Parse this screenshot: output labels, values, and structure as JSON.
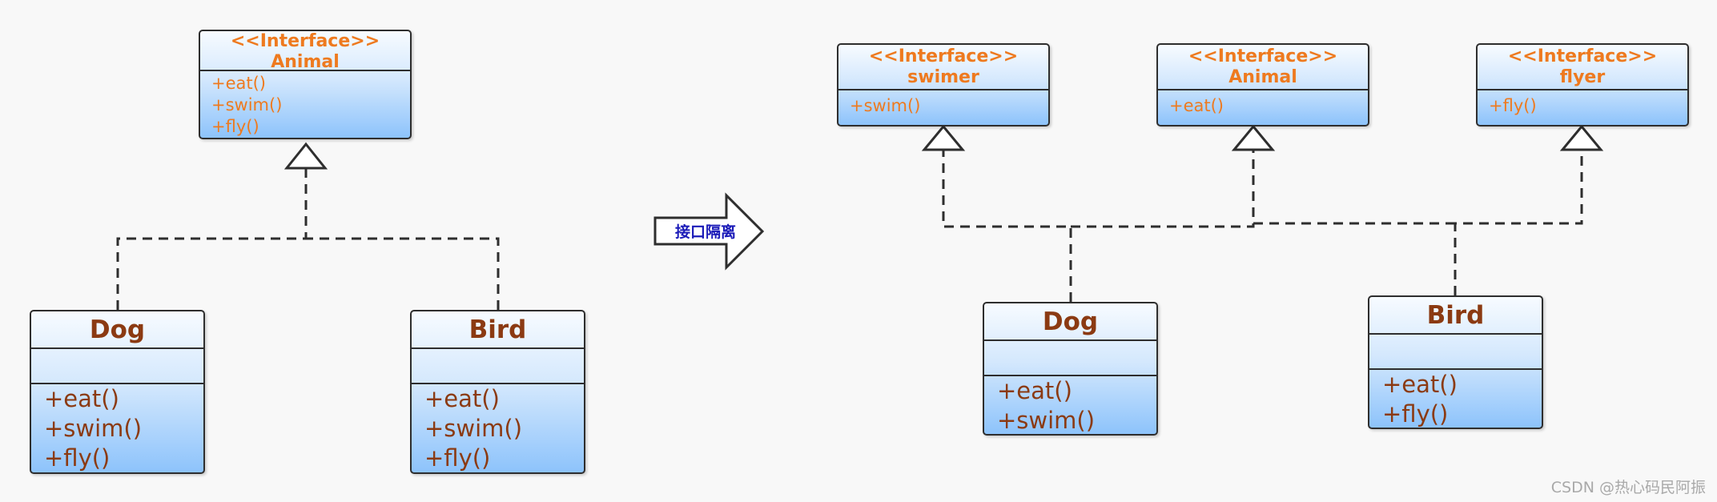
{
  "left_diagram": {
    "interface": {
      "stereotype": "<<Interface>>",
      "name": "Animal",
      "ops": [
        "+eat()",
        "+swim()",
        "+fly()"
      ]
    },
    "dog": {
      "name": "Dog",
      "ops": [
        "+eat()",
        "+swim()",
        "+fly()"
      ]
    },
    "bird": {
      "name": "Bird",
      "ops": [
        "+eat()",
        "+swim()",
        "+fly()"
      ]
    }
  },
  "arrow": {
    "label": "接口隔离"
  },
  "right_diagram": {
    "swimer": {
      "stereotype": "<<Interface>>",
      "name": "swimer",
      "ops": [
        "+swim()"
      ]
    },
    "animal": {
      "stereotype": "<<Interface>>",
      "name": "Animal",
      "ops": [
        "+eat()"
      ]
    },
    "flyer": {
      "stereotype": "<<Interface>>",
      "name": "flyer",
      "ops": [
        "+fly()"
      ]
    },
    "dog": {
      "name": "Dog",
      "ops": [
        "+eat()",
        "+swim()"
      ]
    },
    "bird": {
      "name": "Bird",
      "ops": [
        "+eat()",
        "+fly()"
      ]
    }
  },
  "watermark": "CSDN @热心码民阿振",
  "colors": {
    "interface_text": "#ee7a1f",
    "class_text": "#8b3a12",
    "arrow_label": "#1b1bb8",
    "border": "#2e2e2e"
  }
}
